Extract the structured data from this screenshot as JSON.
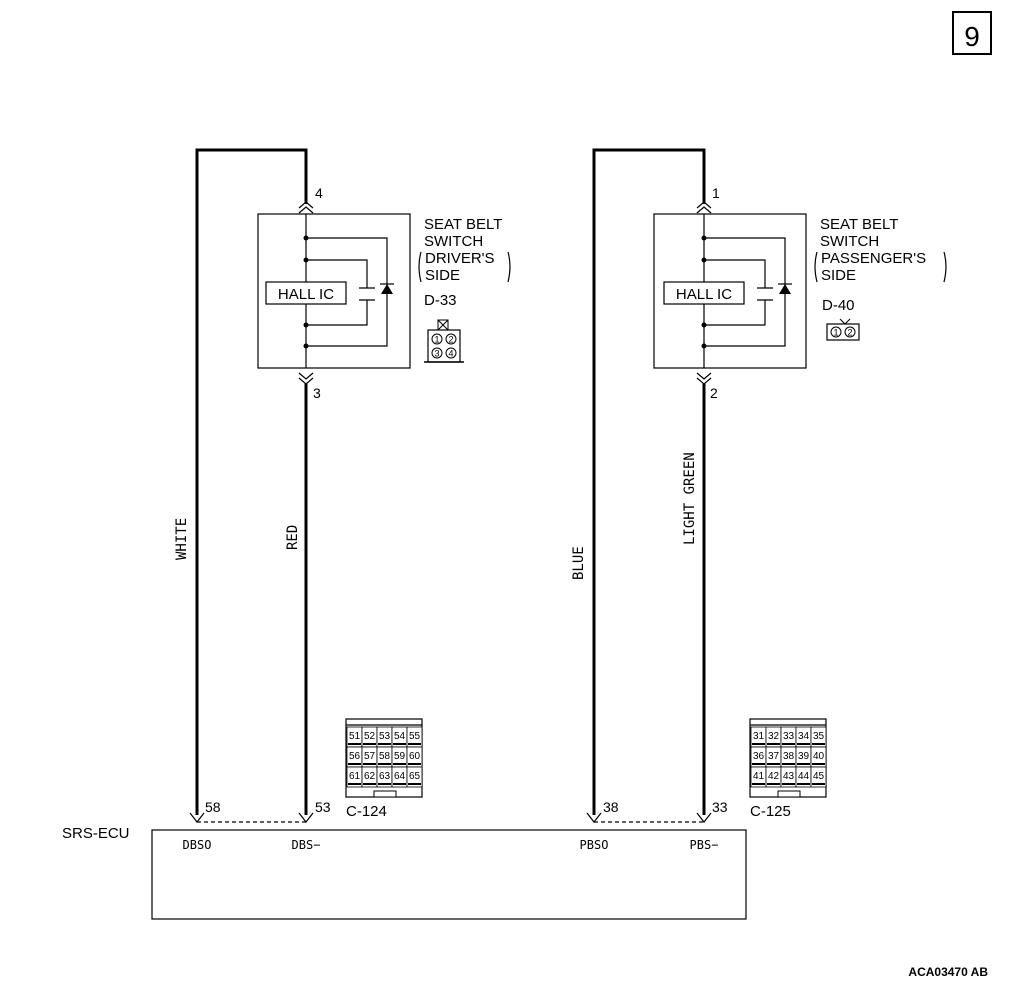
{
  "page_number": "9",
  "figure_code": "ACA03470 AB",
  "ecu": {
    "name": "SRS-ECU",
    "terminals": [
      "DBSO",
      "DBS−",
      "PBSO",
      "PBS−"
    ]
  },
  "switches": [
    {
      "title_line1": "SEAT BELT",
      "title_line2": "SWITCH",
      "title_line3": "DRIVER'S",
      "title_line4": "SIDE",
      "component": "HALL IC",
      "connector": "D-33",
      "pin_top": "4",
      "pin_bottom": "3",
      "connector_pins": [
        "1",
        "2",
        "3",
        "4"
      ]
    },
    {
      "title_line1": "SEAT BELT",
      "title_line2": "SWITCH",
      "title_line3": "PASSENGER'S",
      "title_line4": "SIDE",
      "component": "HALL IC",
      "connector": "D-40",
      "pin_top": "1",
      "pin_bottom": "2",
      "connector_pins": [
        "1",
        "2"
      ]
    }
  ],
  "wires": [
    {
      "color": "WHITE",
      "ecu_pin": "58"
    },
    {
      "color": "RED",
      "ecu_pin": "53"
    },
    {
      "color": "BLUE",
      "ecu_pin": "38"
    },
    {
      "color": "LIGHT GREEN",
      "ecu_pin": "33"
    }
  ],
  "ecu_connectors": [
    {
      "name": "C-124",
      "rows": [
        [
          "51",
          "52",
          "53",
          "54",
          "55"
        ],
        [
          "56",
          "57",
          "58",
          "59",
          "60"
        ],
        [
          "61",
          "62",
          "63",
          "64",
          "65"
        ]
      ]
    },
    {
      "name": "C-125",
      "rows": [
        [
          "31",
          "32",
          "33",
          "34",
          "35"
        ],
        [
          "36",
          "37",
          "38",
          "39",
          "40"
        ],
        [
          "41",
          "42",
          "43",
          "44",
          "45"
        ]
      ]
    }
  ]
}
